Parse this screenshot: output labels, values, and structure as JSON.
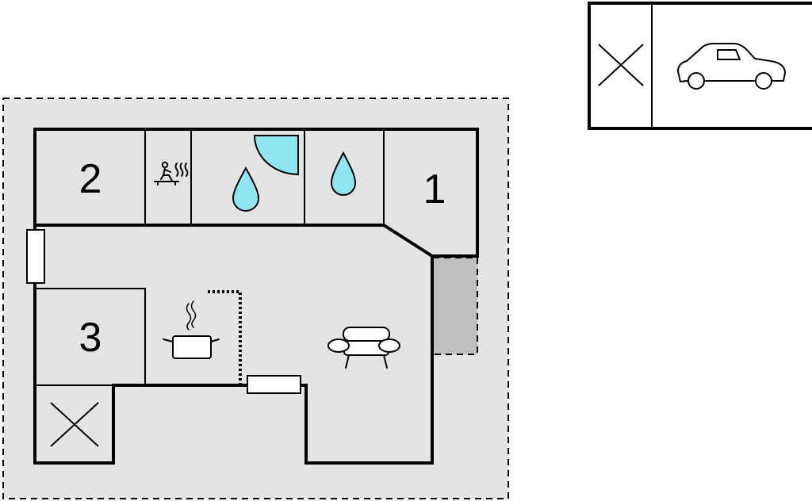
{
  "colors": {
    "plot_fill": "#e4e4e4",
    "terrace_fill": "#bfbfbf",
    "wall": "#000000",
    "water": "#8ee6f2",
    "interior": "#ffffff"
  },
  "rooms": {
    "bedroom_1_label": "1",
    "bedroom_2_label": "2",
    "bedroom_3_label": "3"
  },
  "icons": {
    "sauna": "sauna-icon",
    "shower": "water-drop-icon",
    "washbasin": "water-drop-icon",
    "kitchen": "cooking-pot-icon",
    "living": "sofa-icon",
    "carport": "car-icon",
    "storage": "cross-icon"
  }
}
